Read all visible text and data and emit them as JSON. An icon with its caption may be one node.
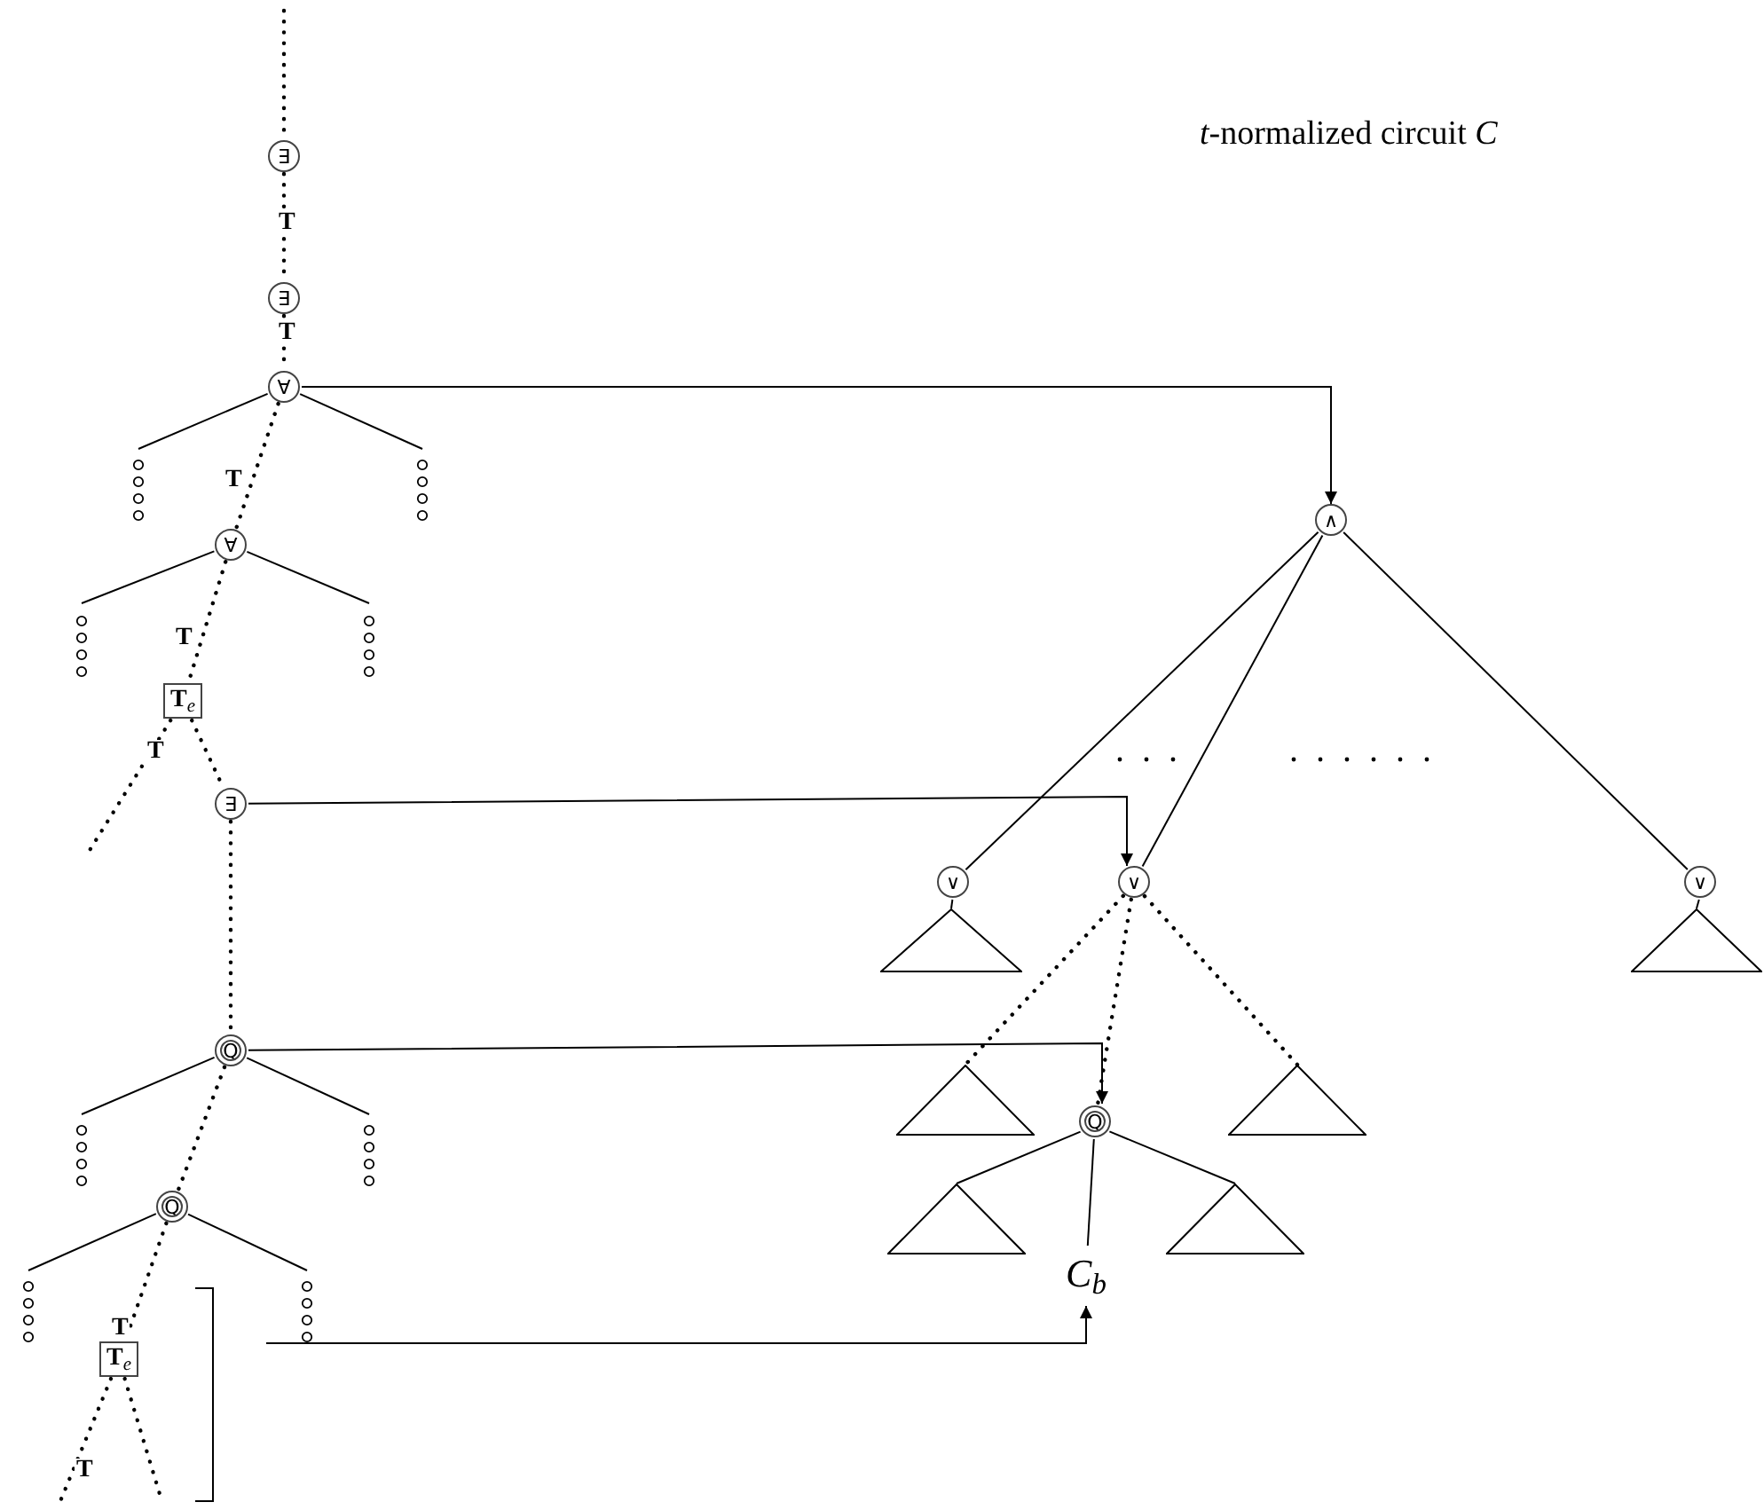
{
  "diagram": {
    "nodes": [
      {
        "text": [
          "∃"
        ]
      },
      {
        "text": [
          "∃"
        ]
      },
      {
        "text": [
          "∀"
        ]
      },
      {
        "text": [
          "∀"
        ]
      },
      {
        "text": [
          "**T**$_{e}$"
        ]
      },
      {
        "text": [
          "∃"
        ]
      },
      {
        "text": [
          "Q"
        ]
      },
      {
        "text": [
          "Q"
        ]
      },
      {
        "text": [
          "**T**$_{e}$"
        ]
      },
      {
        "text": [
          "∧"
        ]
      },
      {
        "text": [
          "∨"
        ]
      },
      {
        "text": [
          "∨"
        ]
      },
      {
        "text": [
          "∨"
        ]
      },
      {
        "text": [
          "Q"
        ]
      },
      {
        "text": [
          "C$_{b}$"
        ]
      },
      {
        "text": [],
        "shape": "triangle"
      },
      {
        "text": [],
        "shape": "triangle"
      },
      {
        "text": [],
        "shape": "triangle"
      },
      {
        "text": [],
        "shape": "triangle"
      },
      {
        "text": [],
        "shape": "triangle"
      },
      {
        "text": [],
        "shape": "triangle"
      }
    ],
    "edges": [
      {
        "from": null,
        "to": 0,
        "arrow": "none",
        "style": "dashed"
      },
      {
        "from": 0,
        "to": 1,
        "arrow": "none",
        "style": "dashed",
        "label": "T"
      },
      {
        "from": 1,
        "to": 2,
        "arrow": "none",
        "style": "dashed",
        "label": "T"
      },
      {
        "from": 2,
        "to": null,
        "arrow": "none"
      },
      {
        "from": 2,
        "to": 3,
        "arrow": "none",
        "style": "dashed",
        "label": "T"
      },
      {
        "from": 2,
        "to": null,
        "arrow": "none"
      },
      {
        "from": 3,
        "to": null,
        "arrow": "none"
      },
      {
        "from": 3,
        "to": 4,
        "arrow": "none",
        "style": "dashed",
        "label": "T"
      },
      {
        "from": 3,
        "to": null,
        "arrow": "none"
      },
      {
        "from": 4,
        "to": null,
        "arrow": "none",
        "style": "dashed",
        "label": "T"
      },
      {
        "from": 4,
        "to": 5,
        "arrow": "none",
        "style": "dashed"
      },
      {
        "from": 5,
        "to": 6,
        "arrow": "none",
        "style": "dashed"
      },
      {
        "from": 6,
        "to": null,
        "arrow": "none"
      },
      {
        "from": 6,
        "to": 7,
        "arrow": "none",
        "style": "dashed"
      },
      {
        "from": 6,
        "to": null,
        "arrow": "none"
      },
      {
        "from": 7,
        "to": null,
        "arrow": "none"
      },
      {
        "from": 7,
        "to": 8,
        "arrow": "none",
        "style": "dashed",
        "label": "T"
      },
      {
        "from": 7,
        "to": null,
        "arrow": "none"
      },
      {
        "from": 8,
        "to": null,
        "arrow": "none",
        "style": "dashed",
        "label": "T"
      },
      {
        "from": 8,
        "to": null,
        "arrow": "none",
        "style": "dashed"
      },
      {
        "from": 2,
        "to": 9,
        "arrow": "to"
      },
      {
        "from": 5,
        "to": 11,
        "arrow": "to"
      },
      {
        "from": 6,
        "to": 13,
        "arrow": "to"
      },
      {
        "from": null,
        "to": 14,
        "arrow": "to"
      },
      {
        "from": 9,
        "to": 10,
        "arrow": "none"
      },
      {
        "from": 9,
        "to": 11,
        "arrow": "none"
      },
      {
        "from": 9,
        "to": 12,
        "arrow": "none"
      },
      {
        "from": 10,
        "to": 15,
        "arrow": "none"
      },
      {
        "from": 12,
        "to": 16,
        "arrow": "none"
      },
      {
        "from": 11,
        "to": 17,
        "arrow": "none",
        "style": "dashed"
      },
      {
        "from": 11,
        "to": 13,
        "arrow": "none",
        "style": "dashed"
      },
      {
        "from": 11,
        "to": 18,
        "arrow": "none",
        "style": "dashed"
      },
      {
        "from": 13,
        "to": 19,
        "arrow": "none"
      },
      {
        "from": 13,
        "to": 20,
        "arrow": "none"
      },
      {
        "from": 13,
        "to": 14,
        "arrow": "none"
      }
    ],
    "labels": [
      "*t*-normalized circuit *C*"
    ]
  }
}
